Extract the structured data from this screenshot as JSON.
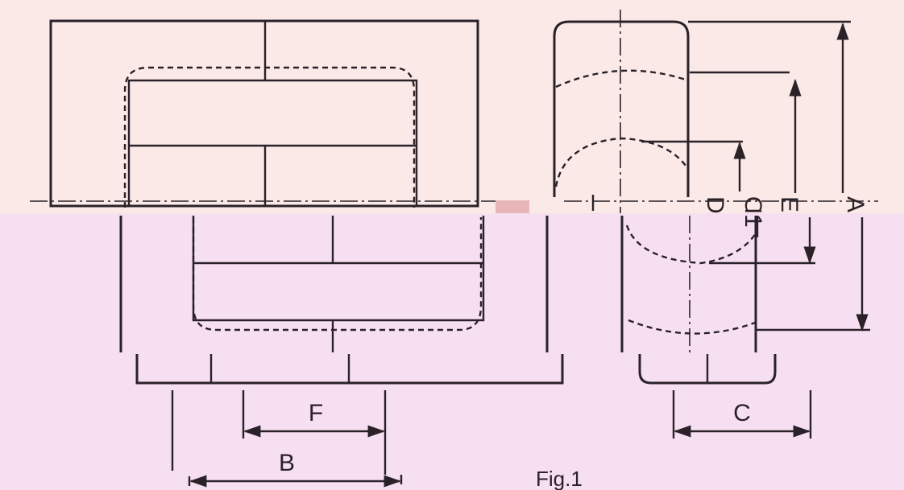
{
  "labels": {
    "A": "A",
    "B": "B",
    "C": "C",
    "D": "D",
    "E": "E",
    "F": "F",
    "fragment": "Ɑ1"
  },
  "caption": "Fig.1"
}
